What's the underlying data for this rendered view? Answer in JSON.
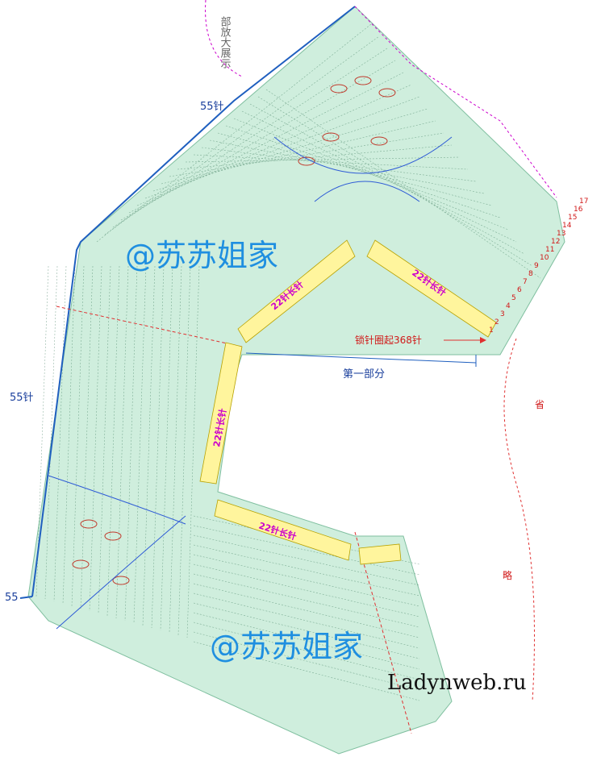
{
  "labels": {
    "top_note": "部放大展示",
    "stitches_top": "55针",
    "stitches_left": "55针",
    "stitches_bottom_left": "55",
    "part_one": "第一部分",
    "chain_start": "锁针圈起368针",
    "omitted_a": "省",
    "omitted_b": "略",
    "dc_block_1": "22针长针",
    "dc_block_2": "22针长针",
    "dc_block_3": "22针长针",
    "dc_block_4": "22针长针"
  },
  "row_numbers": [
    "1",
    "2",
    "3",
    "4",
    "5",
    "6",
    "7",
    "8",
    "9",
    "10",
    "11",
    "12",
    "13",
    "14",
    "15",
    "16",
    "17"
  ],
  "watermarks": {
    "top": "@苏苏姐家",
    "bottom": "@苏苏姐家",
    "site": "Ladynweb.ru"
  },
  "colors": {
    "fabric": "#cfeedd",
    "stitch": "#3d7a5c",
    "outline_blue": "#1f5fbf",
    "dc_block": "#fff59d",
    "accent_red": "#e03030",
    "watermark": "#1f8fe0"
  }
}
